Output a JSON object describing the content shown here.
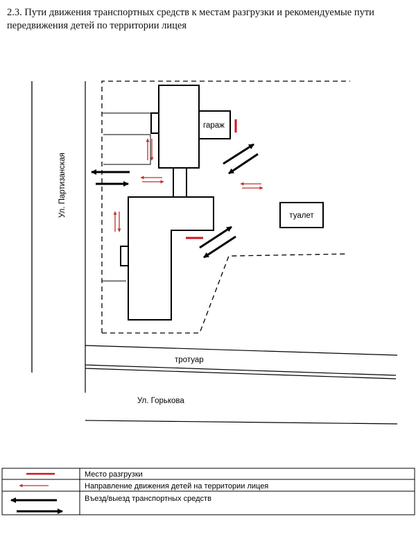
{
  "section": {
    "heading_line1": "2.3. Пути движения транспортных средств к местам разгрузки и рекомендуемые пути",
    "heading_line2": "передвижения детей по территории лицея"
  },
  "map": {
    "street_left": "Ул. Партизанская",
    "street_bottom": "Ул. Горькова",
    "sidewalk": "тротуар",
    "garage": "гараж",
    "toilet": "туалет"
  },
  "legend": {
    "rows": [
      {
        "label": "Место разгрузки",
        "symbol": "red-bar-icon"
      },
      {
        "label": "Направление движения детей на территории лицея",
        "symbol": "red-arrow-icon"
      },
      {
        "label": "Въезд/выезд транспортных средств",
        "symbol": "black-double-arrow-icon"
      }
    ]
  },
  "colors": {
    "unloading": "#d0161b",
    "children_path": "#c0302a",
    "vehicle_path": "#000000",
    "lines": "#000000"
  }
}
